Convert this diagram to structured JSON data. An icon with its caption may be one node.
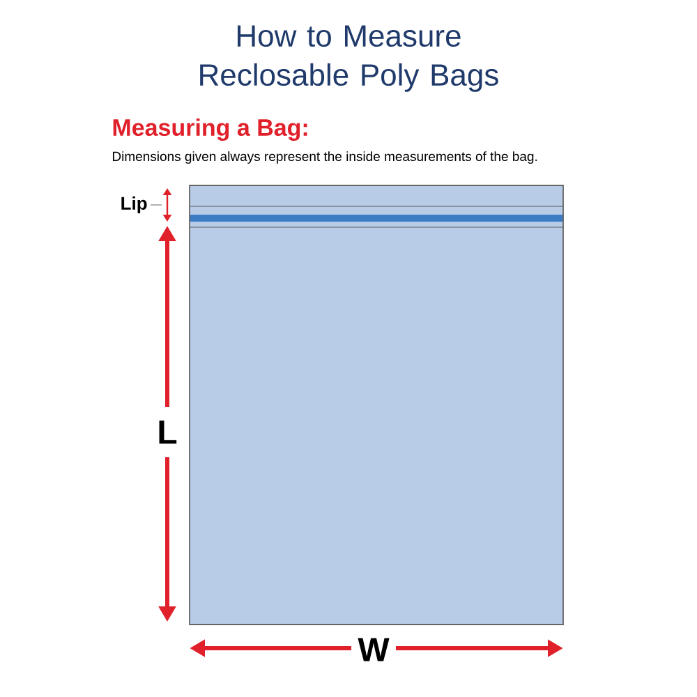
{
  "diagram": {
    "title": "How to Measure Reclosable Poly Bags",
    "labels": [
      "Measuring a Bag:",
      "Dimensions given always represent the inside measurements of the bag.",
      "Lip",
      "L",
      "W"
    ]
  }
}
